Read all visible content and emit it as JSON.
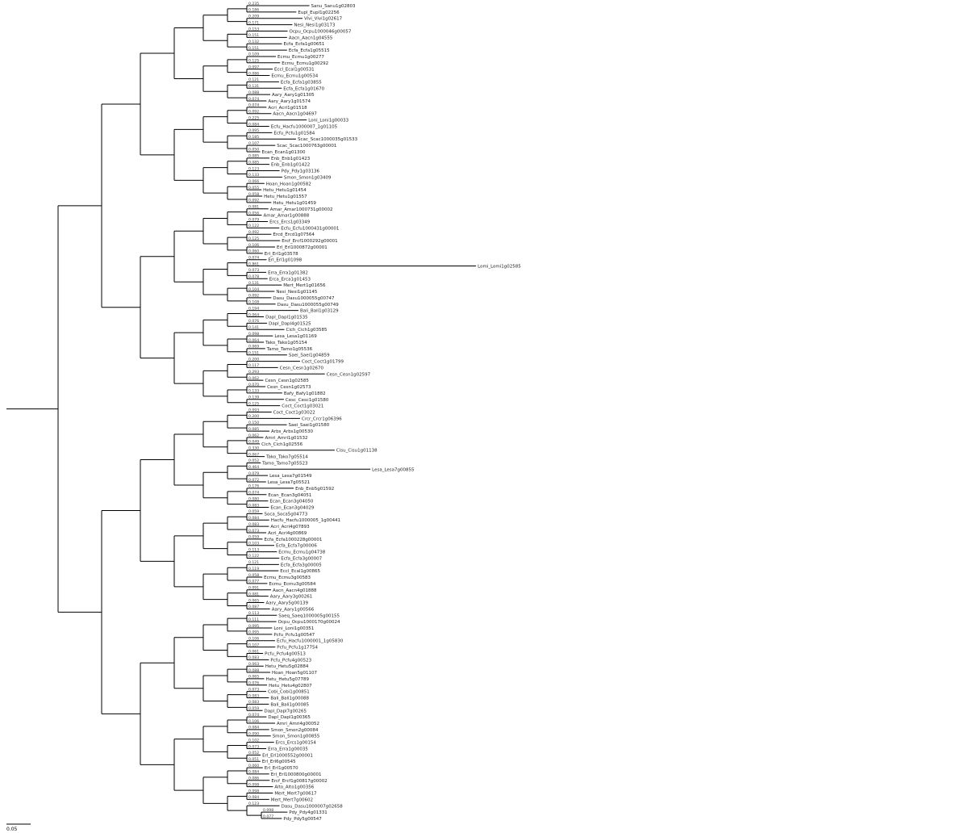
{
  "scale_bar": {
    "label": "0.05"
  },
  "tree": [
    {
      "label": "Sanu_Sanu1g02803",
      "blen": "0.235"
    },
    {
      "label": "Eupl_Eupl1g02256",
      "blen": "0.186"
    },
    {
      "label": "Vivi_Vivi1g02617",
      "blen": "0.209"
    },
    {
      "label": "Nesi_Nesi1g03173",
      "blen": "0.171"
    },
    {
      "label": "Ocpu_Ocpu1000046g00057",
      "blen": "0.153"
    },
    {
      "label": "Aacn_Aacn1g04555",
      "blen": "0.151"
    },
    {
      "label": "Ecfa_Ecfa1g00651",
      "blen": "0.132"
    },
    {
      "label": "Ecfa_Ecfa1g05515",
      "blen": "0.151"
    },
    {
      "label": "Ecmu_Ecmu1g00277",
      "blen": "0.109"
    },
    {
      "label": "Ecmu_Ecmu1g00292",
      "blen": "0.125"
    },
    {
      "label": "Eccl_Ecal1g00531",
      "blen": "0.097"
    },
    {
      "label": "Ecmu_Ecmu1g00534",
      "blen": "0.086"
    },
    {
      "label": "Ecfa_Ecfa1g03855",
      "blen": "0.121"
    },
    {
      "label": "Ecfa_Ecfa1g01670",
      "blen": "0.131"
    },
    {
      "label": "Aary_Aary1g01305",
      "blen": "0.088"
    },
    {
      "label": "Aary_Aary1g01574",
      "blen": "0.074"
    },
    {
      "label": "Acri_Acri1g01518",
      "blen": "0.074"
    },
    {
      "label": "Aacn_Aacn1g04697",
      "blen": "0.092"
    },
    {
      "label": "Loni_Loni1g00033",
      "blen": "0.225"
    },
    {
      "label": "Ecfu_Hacfu1000007_1g01105",
      "blen": "0.084"
    },
    {
      "label": "Ecfu_Pcfu1g01584",
      "blen": "0.095"
    },
    {
      "label": "Scac_Scac1000035g01533",
      "blen": "0.185"
    },
    {
      "label": "Scac_Scac1000763g00001",
      "blen": "0.107"
    },
    {
      "label": "Ecan_Ecan1g01300",
      "blen": "0.050"
    },
    {
      "label": "Enb_Enb1g01423",
      "blen": "0.085"
    },
    {
      "label": "Enb_Enb1g01422",
      "blen": "0.085"
    },
    {
      "label": "Pdy_Pdy1g03136",
      "blen": "0.123"
    },
    {
      "label": "Smon_Smon1g03409",
      "blen": "0.133"
    },
    {
      "label": "Hoan_Hoan1g00582",
      "blen": "0.066"
    },
    {
      "label": "Hetu_Hetu1g01454",
      "blen": "0.055"
    },
    {
      "label": "Hetu_Hetu1g01557",
      "blen": "0.058"
    },
    {
      "label": "Hetu_Hetu1g01459",
      "blen": "0.092"
    },
    {
      "label": "Amar_Amar1000731g00002",
      "blen": "0.081"
    },
    {
      "label": "Amar_Amar1g00888",
      "blen": "0.056"
    },
    {
      "label": "Ercs_Ercs1g03349",
      "blen": "0.079"
    },
    {
      "label": "Ecfu_Ecfu1000431g00001",
      "blen": "0.122"
    },
    {
      "label": "Ercd_Ercd1g07564",
      "blen": "0.092"
    },
    {
      "label": "Ercf_Ercf1000292g00001",
      "blen": "0.125"
    },
    {
      "label": "Erl_Erl1000872g00001",
      "blen": "0.106"
    },
    {
      "label": "Erl_Erl1g03578",
      "blen": "0.060"
    },
    {
      "label": "Erl_Erl1g01098",
      "blen": "0.074"
    },
    {
      "label": "Lomi_Lomi1g02585",
      "blen": "0.861"
    },
    {
      "label": "Erra_Erra1g01382",
      "blen": "0.073"
    },
    {
      "label": "Erca_Erca1g01453",
      "blen": "0.078"
    },
    {
      "label": "Mert_Mert1g01656",
      "blen": "0.131"
    },
    {
      "label": "Nesi_Nesi1g01145",
      "blen": "0.104"
    },
    {
      "label": "Dasu_Dasu1000055g00747",
      "blen": "0.092"
    },
    {
      "label": "Dasu_Dasu1000055g00749",
      "blen": "0.108"
    },
    {
      "label": "Bali_Bali1g03129",
      "blen": "0.194"
    },
    {
      "label": "Dapl_Dapl1g01535",
      "blen": "0.064"
    },
    {
      "label": "Dapl_Dapl4g01525",
      "blen": "0.076"
    },
    {
      "label": "Cich_Cich1g03585",
      "blen": "0.141"
    },
    {
      "label": "Lesa_Lesa1g01169",
      "blen": "0.098"
    },
    {
      "label": "Tako_Tako1g05154",
      "blen": "0.064"
    },
    {
      "label": "Tamo_Tamo1g05536",
      "blen": "0.069"
    },
    {
      "label": "Saei_Saei1g04859",
      "blen": "0.151"
    },
    {
      "label": "Coct_Coct1g01799",
      "blen": "0.200"
    },
    {
      "label": "Cesn_Cesn1g02670",
      "blen": "0.117"
    },
    {
      "label": "Cesn_Cesn1g02597",
      "blen": "0.293"
    },
    {
      "label": "Cesn_Cesn1g02585",
      "blen": "0.062"
    },
    {
      "label": "Cesn_Cesn1g02573",
      "blen": "0.070"
    },
    {
      "label": "Bafy_Bafy1g01882",
      "blen": "0.133"
    },
    {
      "label": "Cesc_Cesc1g01580",
      "blen": "0.139"
    },
    {
      "label": "Coct_Coct1g03021",
      "blen": "0.125"
    },
    {
      "label": "Coct_Coct1g03022",
      "blen": "0.093"
    },
    {
      "label": "Crcr_Crcr1g06396",
      "blen": "0.200"
    },
    {
      "label": "Saei_Saei1g01580",
      "blen": "0.150"
    },
    {
      "label": "Arbs_Arbs1g00530",
      "blen": "0.085"
    },
    {
      "label": "Amri_Amri1g01532",
      "blen": "0.062"
    },
    {
      "label": "Cich_Cich1g02556",
      "blen": "0.049"
    },
    {
      "label": "Cisu_Cisu1g01138",
      "blen": "0.330"
    },
    {
      "label": "Tako_Tako7g05514",
      "blen": "0.067"
    },
    {
      "label": "Tamo_Tamo7g05523",
      "blen": "0.052"
    },
    {
      "label": "Lesa_Lesa7g00855",
      "blen": "0.464"
    },
    {
      "label": "Lesa_Lesa7g01549",
      "blen": "0.079"
    },
    {
      "label": "Lesa_Lesa7g05521",
      "blen": "0.072"
    },
    {
      "label": "Enb_Enb5g01592",
      "blen": "0.176"
    },
    {
      "label": "Ecan_Ecan3g04051",
      "blen": "0.074"
    },
    {
      "label": "Ecan_Ecan3g04050",
      "blen": "0.080"
    },
    {
      "label": "Ecan_Ecan3g04029",
      "blen": "0.083"
    },
    {
      "label": "Soca_Soca5g04773",
      "blen": "0.059"
    },
    {
      "label": "Hacfu_Hacfu1000005_1g00441",
      "blen": "0.084"
    },
    {
      "label": "Acri_Acri4g07893",
      "blen": "0.083"
    },
    {
      "label": "Acri_Acri4g00869",
      "blen": "0.073"
    },
    {
      "label": "Ecfa_Ecfa1000228g00001",
      "blen": "0.059"
    },
    {
      "label": "Ecfa_Ecfa7g00006",
      "blen": "0.103"
    },
    {
      "label": "Ecmu_Ecmu1g04738",
      "blen": "0.113"
    },
    {
      "label": "Ecfa_Ecfa3g00007",
      "blen": "0.122"
    },
    {
      "label": "Ecfa_Ecfa3g00005",
      "blen": "0.121"
    },
    {
      "label": "Eccl_Ecal1g00865",
      "blen": "0.119"
    },
    {
      "label": "Ecmu_Ecmu3g00583",
      "blen": "0.058"
    },
    {
      "label": "Ecmu_Ecmu3g00584",
      "blen": "0.077"
    },
    {
      "label": "Aacn_Aacn4g01888",
      "blen": "0.091"
    },
    {
      "label": "Aary_Aary3g00261",
      "blen": "0.081"
    },
    {
      "label": "Aary_Aary5g00139",
      "blen": "0.065"
    },
    {
      "label": "Aary_Aary1g00566",
      "blen": "0.087"
    },
    {
      "label": "Saeq_Saeq1000005g00155",
      "blen": "0.113"
    },
    {
      "label": "Ocpu_Ocpu1000170g00024",
      "blen": "0.111"
    },
    {
      "label": "Loni_Loni1g00351",
      "blen": "0.095"
    },
    {
      "label": "Pcfu_Pcfu1g00547",
      "blen": "0.095"
    },
    {
      "label": "Ecfu_Hacfu1000001_1g05830",
      "blen": "0.106"
    },
    {
      "label": "Pcfu_Pcfu1g17754",
      "blen": "0.107"
    },
    {
      "label": "Pcfu_Pcfu4g00513",
      "blen": "0.061"
    },
    {
      "label": "Pcfu_Pcfu4g00523",
      "blen": "0.083"
    },
    {
      "label": "Hetu_Hetu5g02884",
      "blen": "0.063"
    },
    {
      "label": "Hoan_Hoan5g01107",
      "blen": "0.088"
    },
    {
      "label": "Hetu_Hetu5g07789",
      "blen": "0.065"
    },
    {
      "label": "Hetu_Hetu4g02807",
      "blen": "0.076"
    },
    {
      "label": "Cobi_Cobi1g00851",
      "blen": "0.073"
    },
    {
      "label": "Bali_Bali1g00088",
      "blen": "0.083"
    },
    {
      "label": "Bali_Bali1g00085",
      "blen": "0.083"
    },
    {
      "label": "Dapl_Dapl7g00265",
      "blen": "0.059"
    },
    {
      "label": "Dapl_Dapl1g00365",
      "blen": "0.074"
    },
    {
      "label": "Amri_Amri4g00052",
      "blen": "0.106"
    },
    {
      "label": "Smon_Smon2g00084",
      "blen": "0.084"
    },
    {
      "label": "Smon_Smon1g00855",
      "blen": "0.090"
    },
    {
      "label": "Ercs_Ercs1g00154",
      "blen": "0.102"
    },
    {
      "label": "Erra_Erra1g00035",
      "blen": "0.073"
    },
    {
      "label": "Erl_Erl1000552g00001",
      "blen": "0.052"
    },
    {
      "label": "Erl_Erl6g00545",
      "blen": "0.051"
    },
    {
      "label": "Erl_Erl1g00570",
      "blen": "0.060"
    },
    {
      "label": "Erl_Erl1000800g00001",
      "blen": "0.084"
    },
    {
      "label": "Ercf_Ercf1g00817g00002",
      "blen": "0.086"
    },
    {
      "label": "Alto_Alto1g00356",
      "blen": "0.098"
    },
    {
      "label": "Mert_Mert7g00617",
      "blen": "0.098"
    },
    {
      "label": "Mert_Mert7g00602",
      "blen": "0.084"
    },
    {
      "label": "Dasu_Dasu1000007g02658",
      "blen": "0.123"
    },
    {
      "label": "Pdy_Pdy4g01331",
      "blen": "0.098"
    },
    {
      "label": "Pdy_Pdy5g00547",
      "blen": "0.077"
    }
  ]
}
